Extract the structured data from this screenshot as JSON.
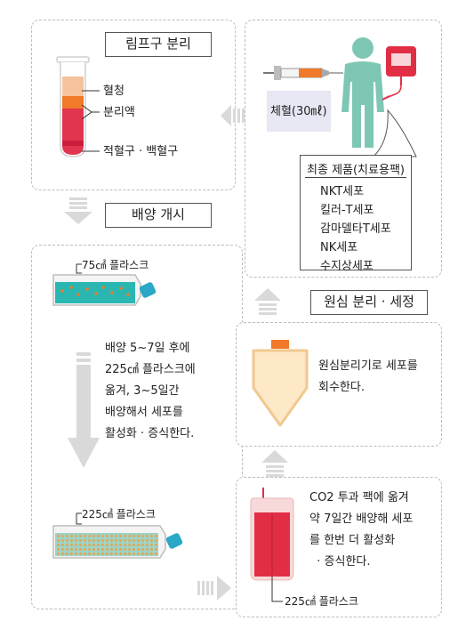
{
  "labels": {
    "lymph_separation": "림프구 분리",
    "culture_start": "배양 개시",
    "centrifuge_wash": "원심 분리 · 세정"
  },
  "tube": {
    "serum": "혈청",
    "separation_fluid": "분리액",
    "blood_cells": "적혈구 · 백혈구"
  },
  "donor": {
    "blood_draw": "체혈(30㎖)"
  },
  "final_product": {
    "title": "최종 제품(치료용팩)",
    "items": [
      "NKT세포",
      "킬러-T세포",
      "감마델타T세포",
      "NK세포",
      "수지상세포"
    ]
  },
  "culture": {
    "flask_small": "75㎠ 플라스크",
    "description": [
      "배양 5~7일 후에",
      "225㎠ 플라스크에",
      "옮겨, 3~5일간",
      "배양해서 세포를",
      "활성화 · 증식한다."
    ],
    "flask_large": "225㎠ 플라스크"
  },
  "centrifuge": {
    "description": [
      "원심분리기로 세포를",
      "회수한다."
    ]
  },
  "bag": {
    "description": [
      "CO2  투과 팩에 옮겨",
      "약 7일간 배양해 세포",
      "를 한번 더 활성화",
      "  · 증식한다."
    ],
    "flask_label": "225㎠ 플라스크"
  },
  "colors": {
    "serum": "#f6c39c",
    "fluid": "#f07a2a",
    "blood": "#e0344f",
    "flask_fluid": "#2ab7b2",
    "person": "#7fc7b5",
    "bag_red": "#e12e44",
    "arrow": "#d9d9d9",
    "cone": "#fde8c8"
  }
}
